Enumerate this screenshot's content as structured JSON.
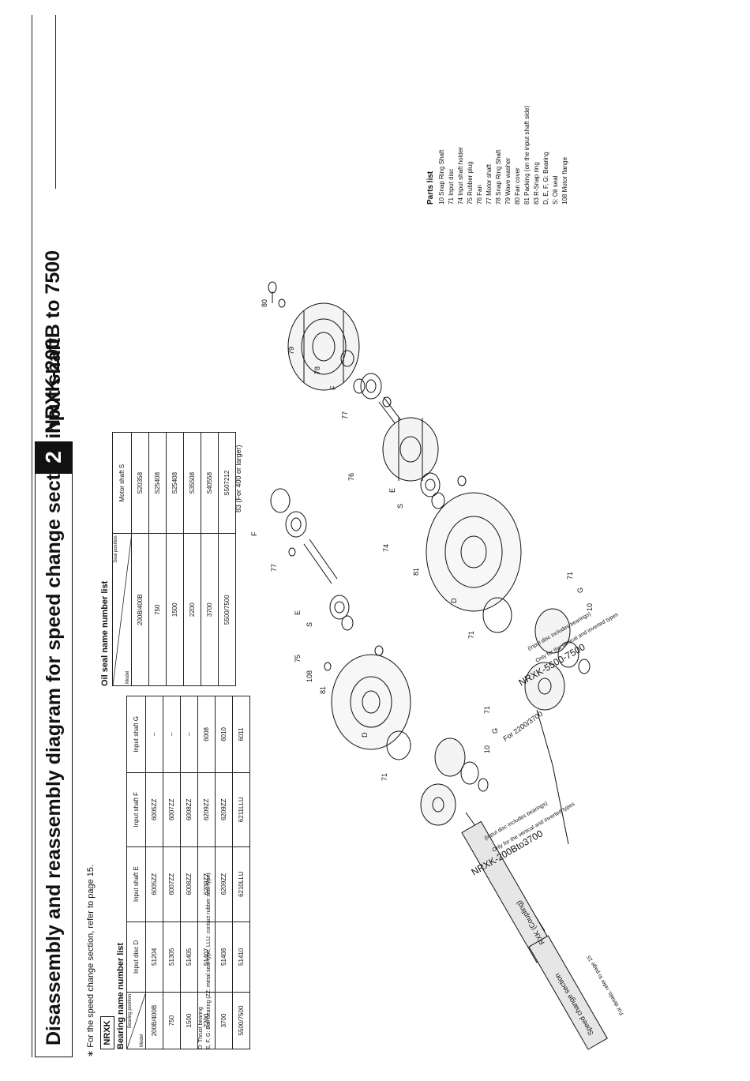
{
  "title": {
    "main": "Disassembly and reassembly diagram for speed change section input shaft",
    "number": "2",
    "model": "NRXK-200B to 7500"
  },
  "note": "∗ For the speed change section, refer to page 15.",
  "nrxk_label": "NRXK",
  "bearing_table": {
    "title": "Bearing name number list",
    "corner_top": "Bearing position",
    "corner_bottom": "Model",
    "headers": [
      "Input disc D",
      "Input shaft E",
      "Input shaft F",
      "Input shaft G"
    ],
    "rows": [
      {
        "model": "200B/400B",
        "cells": [
          "51204",
          "6005ZZ",
          "6005ZZ",
          "–"
        ]
      },
      {
        "model": "750",
        "cells": [
          "51305",
          "6007ZZ",
          "6007ZZ",
          "–"
        ]
      },
      {
        "model": "1500",
        "cells": [
          "51405",
          "6008ZZ",
          "6008ZZ",
          "–"
        ]
      },
      {
        "model": "2200",
        "cells": [
          "51407",
          "6209ZZ",
          "6209ZZ",
          "6008"
        ]
      },
      {
        "model": "3700",
        "cells": [
          "51408",
          "6209ZZ",
          "6209ZZ",
          "6010"
        ]
      },
      {
        "model": "5500/7500",
        "cells": [
          "51410",
          "6210LLU",
          "6211LLU",
          "6011"
        ]
      }
    ],
    "notes": [
      "D: Thrust bearing",
      "E, F, G: Ball bearing (ZZ: metal seal type, LLU: contact rubber seal type)"
    ]
  },
  "oil_table": {
    "title": "Oil seal name number list",
    "corner_top": "Seal position",
    "corner_bottom": "Model",
    "header": "Motor shaft S",
    "rows": [
      {
        "model": "200B/400B",
        "value": "S20358"
      },
      {
        "model": "750",
        "value": "S25408"
      },
      {
        "model": "1500",
        "value": "S25408"
      },
      {
        "model": "2200",
        "value": "S35508"
      },
      {
        "model": "3700",
        "value": "S40558"
      },
      {
        "model": "5500/7500",
        "value": "S507212"
      }
    ]
  },
  "parts_list": {
    "title": "Parts list",
    "items": [
      "10  Snap Ring Shaft",
      "71  Input disc",
      "74  Input shaft holder",
      "75  Rubber plug",
      "76  Fan",
      "77  Motor shaft",
      "78  Snap Ring Shaft",
      "79  Wave washer",
      "80  Fan cover",
      "81  Packing (on the input shaft side)",
      "83  R-Snap ring",
      "       D, E, F, G: Bearing",
      "       S: Oil seal",
      "108  Motor flange"
    ]
  },
  "diagram": {
    "labels": {
      "l80": "80",
      "l79": "79",
      "l78": "78",
      "lF1": "F",
      "l77a": "77",
      "l76": "76",
      "lE1": "E",
      "lS1": "S",
      "l74": "74",
      "l81a": "81",
      "lD1": "D",
      "l71a": "71",
      "l71b": "71",
      "lG1": "G",
      "l10a": "10",
      "l83": "83 (For 400 or larger)",
      "lF2": "F",
      "l77b": "77",
      "lE2": "E",
      "lS2": "S",
      "l75": "75",
      "l108": "108",
      "l81b": "81",
      "lD2": "D",
      "l71c": "71",
      "l71d": "71",
      "lG2": "G",
      "l10b": "10"
    },
    "for_2200": "For 2200/3700",
    "callout_small_nrxk": "NRXK-200Bto3700",
    "callout_small_note1": "(Input disc includes bearings)",
    "callout_small_note2": "Only for the vertical and inverted types",
    "callout_large_nrxk": "NRXK-5500-7500",
    "callout_large_note1": "(Input disc includes bearings)",
    "callout_large_note2": "Only for the vertical and inverted types",
    "rxk_box": "RXK (Coupling)",
    "speed_box": "Speed change section",
    "speed_ref": "For details, refer to page 15"
  }
}
